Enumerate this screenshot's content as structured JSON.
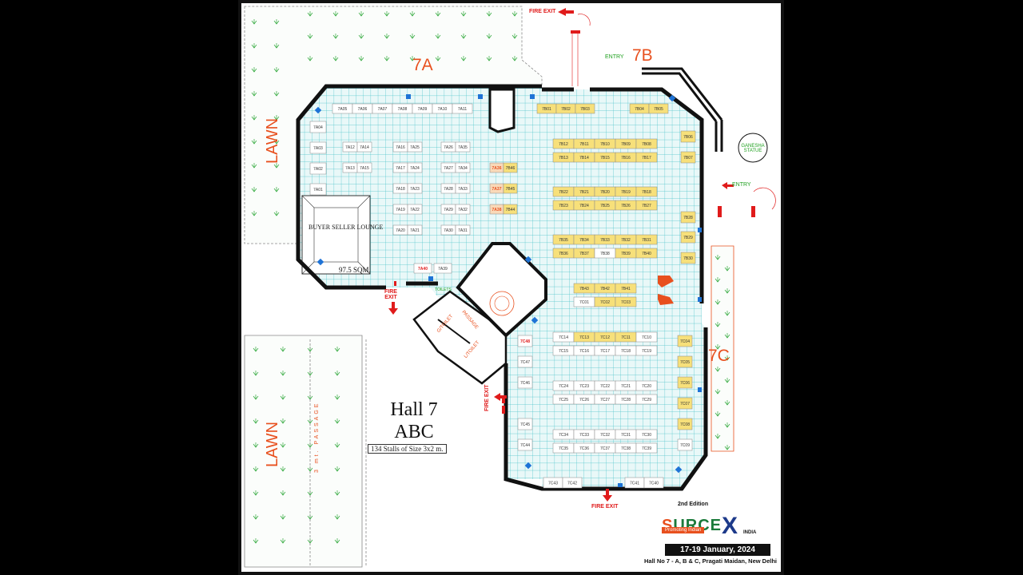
{
  "zones": {
    "a": "7A",
    "b": "7B",
    "c": "7C"
  },
  "lawn_label": "LAWN",
  "fire_exit": "FIRE EXIT",
  "entry": "ENTRY",
  "hall": {
    "title": "Hall 7",
    "subtitle": "ABC",
    "note": "134 Stalls of Size 3x2 m."
  },
  "lounge": {
    "name": "BUYER SELLER LOUNGE",
    "area": "97.5 SQM."
  },
  "passage": "3 mt. PASSAGE",
  "toilets": {
    "label": "TOILETS",
    "g_toilet": "G/TOILET",
    "l_toilet": "L/TOILET",
    "passage": "PASSAGE"
  },
  "ganesha": "GANESHA STATUE",
  "brand": {
    "edition": "2nd Edition",
    "name_a": "S",
    "name_b": "URCE",
    "name_x": "X",
    "promo": "Promoting Indian",
    "country": "INDIA",
    "dates": "17-19 January, 2024",
    "venue": "Hall No 7 - A, B & C, Pragati Maidan, New Delhi"
  },
  "colors": {
    "zone_text": "#e8501e",
    "grid": "#49c2c9",
    "floor": "#e9f8f8",
    "wall": "#111111",
    "lawn": "#2fa83a",
    "highlight": "#f7e07a"
  },
  "stalls": [
    {
      "id": "7A05",
      "hl": false
    },
    {
      "id": "7A06",
      "hl": false
    },
    {
      "id": "7A07",
      "hl": false
    },
    {
      "id": "7A08",
      "hl": false
    },
    {
      "id": "7A09",
      "hl": false
    },
    {
      "id": "7A10",
      "hl": false
    },
    {
      "id": "7A11",
      "hl": false
    },
    {
      "id": "7A04",
      "hl": false
    },
    {
      "id": "7A03",
      "hl": false
    },
    {
      "id": "7A02",
      "hl": false
    },
    {
      "id": "7A01",
      "hl": false
    },
    {
      "id": "7A12",
      "hl": false
    },
    {
      "id": "7A14",
      "hl": false
    },
    {
      "id": "7A13",
      "hl": false
    },
    {
      "id": "7A15",
      "hl": false
    },
    {
      "id": "7A16",
      "hl": false
    },
    {
      "id": "7A25",
      "hl": false
    },
    {
      "id": "7A17",
      "hl": false
    },
    {
      "id": "7A24",
      "hl": false
    },
    {
      "id": "7A18",
      "hl": false
    },
    {
      "id": "7A23",
      "hl": false
    },
    {
      "id": "7A19",
      "hl": false
    },
    {
      "id": "7A22",
      "hl": false
    },
    {
      "id": "7A20",
      "hl": false
    },
    {
      "id": "7A21",
      "hl": false
    },
    {
      "id": "7A26",
      "hl": false
    },
    {
      "id": "7A35",
      "hl": false
    },
    {
      "id": "7A27",
      "hl": false
    },
    {
      "id": "7A34",
      "hl": false
    },
    {
      "id": "7A28",
      "hl": false
    },
    {
      "id": "7A33",
      "hl": false
    },
    {
      "id": "7A29",
      "hl": false
    },
    {
      "id": "7A32",
      "hl": false
    },
    {
      "id": "7A30",
      "hl": false
    },
    {
      "id": "7A31",
      "hl": false
    },
    {
      "id": "7A36",
      "hl": "orange"
    },
    {
      "id": "7B46",
      "hl": true
    },
    {
      "id": "7A37",
      "hl": "orange"
    },
    {
      "id": "7B45",
      "hl": true
    },
    {
      "id": "7A38",
      "hl": "orange"
    },
    {
      "id": "7B44",
      "hl": true
    },
    {
      "id": "7A40",
      "hl": "red"
    },
    {
      "id": "7A39",
      "hl": false
    },
    {
      "id": "7B01",
      "hl": true
    },
    {
      "id": "7B02",
      "hl": true
    },
    {
      "id": "7B03",
      "hl": true
    },
    {
      "id": "7B04",
      "hl": true
    },
    {
      "id": "7B05",
      "hl": true
    },
    {
      "id": "7B06",
      "hl": true
    },
    {
      "id": "7B07",
      "hl": true
    },
    {
      "id": "7B12",
      "hl": true
    },
    {
      "id": "7B11",
      "hl": true
    },
    {
      "id": "7B10",
      "hl": true
    },
    {
      "id": "7B09",
      "hl": true
    },
    {
      "id": "7B08",
      "hl": true
    },
    {
      "id": "7B13",
      "hl": true
    },
    {
      "id": "7B14",
      "hl": true
    },
    {
      "id": "7B15",
      "hl": true
    },
    {
      "id": "7B16",
      "hl": true
    },
    {
      "id": "7B17",
      "hl": true
    },
    {
      "id": "7B22",
      "hl": true
    },
    {
      "id": "7B21",
      "hl": true
    },
    {
      "id": "7B20",
      "hl": true
    },
    {
      "id": "7B19",
      "hl": true
    },
    {
      "id": "7B18",
      "hl": true
    },
    {
      "id": "7B23",
      "hl": true
    },
    {
      "id": "7B24",
      "hl": true
    },
    {
      "id": "7B25",
      "hl": true
    },
    {
      "id": "7B26",
      "hl": true
    },
    {
      "id": "7B27",
      "hl": true
    },
    {
      "id": "7B28",
      "hl": true
    },
    {
      "id": "7B29",
      "hl": true
    },
    {
      "id": "7B30",
      "hl": true
    },
    {
      "id": "7B35",
      "hl": true
    },
    {
      "id": "7B34",
      "hl": true
    },
    {
      "id": "7B33",
      "hl": true
    },
    {
      "id": "7B32",
      "hl": true
    },
    {
      "id": "7B31",
      "hl": true
    },
    {
      "id": "7B36",
      "hl": true
    },
    {
      "id": "7B37",
      "hl": true
    },
    {
      "id": "7B38",
      "hl": false
    },
    {
      "id": "7B39",
      "hl": true
    },
    {
      "id": "7B40",
      "hl": true
    },
    {
      "id": "7B43",
      "hl": true
    },
    {
      "id": "7B42",
      "hl": true
    },
    {
      "id": "7B41",
      "hl": true
    },
    {
      "id": "7C01",
      "hl": false
    },
    {
      "id": "7C02",
      "hl": true
    },
    {
      "id": "7C03",
      "hl": true
    },
    {
      "id": "7C14",
      "hl": false
    },
    {
      "id": "7C13",
      "hl": true
    },
    {
      "id": "7C12",
      "hl": true
    },
    {
      "id": "7C11",
      "hl": true
    },
    {
      "id": "7C10",
      "hl": false
    },
    {
      "id": "7C15",
      "hl": false
    },
    {
      "id": "7C16",
      "hl": false
    },
    {
      "id": "7C17",
      "hl": false
    },
    {
      "id": "7C18",
      "hl": false
    },
    {
      "id": "7C19",
      "hl": false
    },
    {
      "id": "7C48",
      "hl": "red"
    },
    {
      "id": "7C47",
      "hl": false
    },
    {
      "id": "7C46",
      "hl": false
    },
    {
      "id": "7C45",
      "hl": false
    },
    {
      "id": "7C44",
      "hl": false
    },
    {
      "id": "7C24",
      "hl": false
    },
    {
      "id": "7C23",
      "hl": false
    },
    {
      "id": "7C22",
      "hl": false
    },
    {
      "id": "7C21",
      "hl": false
    },
    {
      "id": "7C20",
      "hl": false
    },
    {
      "id": "7C25",
      "hl": false
    },
    {
      "id": "7C26",
      "hl": false
    },
    {
      "id": "7C27",
      "hl": false
    },
    {
      "id": "7C28",
      "hl": false
    },
    {
      "id": "7C29",
      "hl": false
    },
    {
      "id": "7C34",
      "hl": false
    },
    {
      "id": "7C33",
      "hl": false
    },
    {
      "id": "7C32",
      "hl": false
    },
    {
      "id": "7C31",
      "hl": false
    },
    {
      "id": "7C30",
      "hl": false
    },
    {
      "id": "7C35",
      "hl": false
    },
    {
      "id": "7C36",
      "hl": false
    },
    {
      "id": "7C37",
      "hl": false
    },
    {
      "id": "7C38",
      "hl": false
    },
    {
      "id": "7C39",
      "hl": false
    },
    {
      "id": "7C04",
      "hl": true
    },
    {
      "id": "7C05",
      "hl": true
    },
    {
      "id": "7C06",
      "hl": true
    },
    {
      "id": "7C07",
      "hl": true
    },
    {
      "id": "7C08",
      "hl": true
    },
    {
      "id": "7C09",
      "hl": false
    },
    {
      "id": "7C43",
      "hl": false
    },
    {
      "id": "7C42",
      "hl": false
    },
    {
      "id": "7C41",
      "hl": false
    },
    {
      "id": "7C40",
      "hl": false
    }
  ]
}
